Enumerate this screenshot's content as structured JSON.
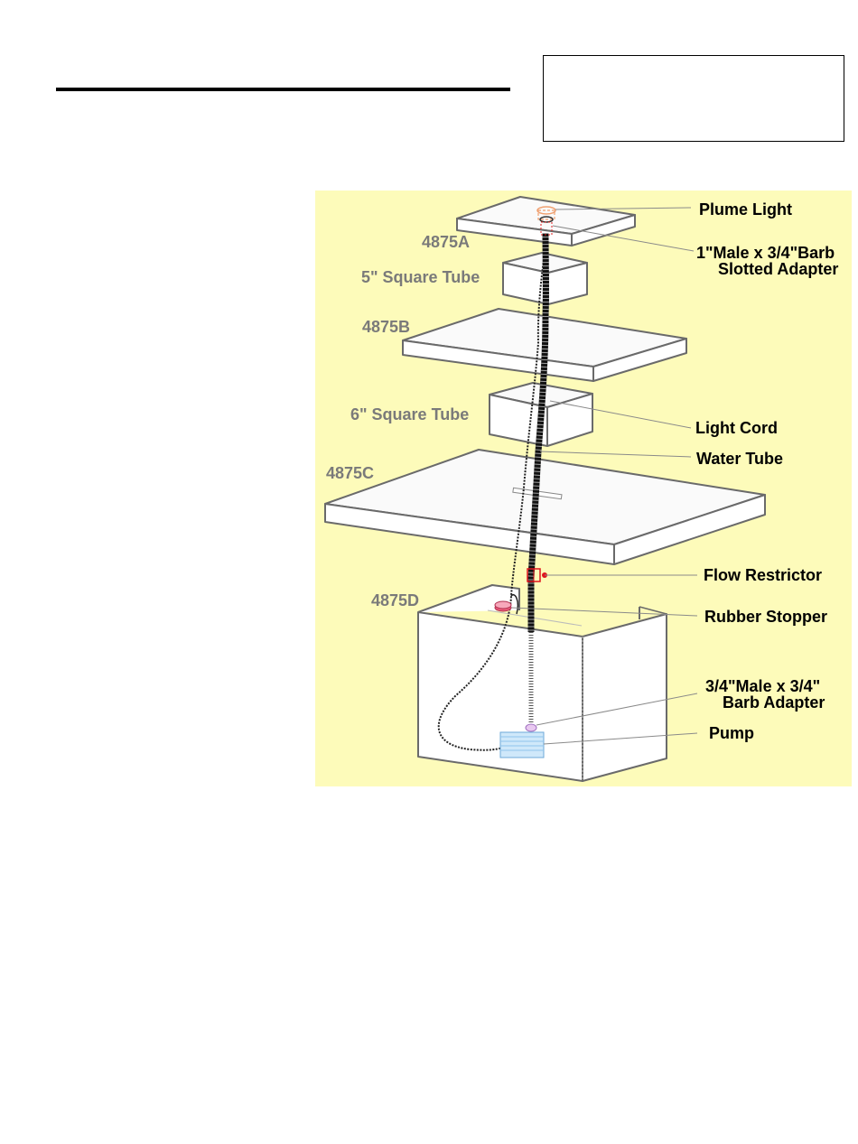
{
  "diagram": {
    "background_color": "#fdfbba",
    "part_labels": {
      "a": "4875A",
      "b": "4875B",
      "c": "4875C",
      "d": "4875D",
      "tube5": "5\" Square Tube",
      "tube6": "6\" Square Tube"
    },
    "callouts": {
      "plume_light": "Plume Light",
      "slotted_adapter_line1": "1\"Male x 3/4\"Barb",
      "slotted_adapter_line2": "Slotted Adapter",
      "light_cord": "Light Cord",
      "water_tube": "Water Tube",
      "flow_restrictor": "Flow Restrictor",
      "rubber_stopper": "Rubber Stopper",
      "barb_adapter_line1": "3/4\"Male x 3/4\"",
      "barb_adapter_line2": "Barb Adapter",
      "pump": "Pump"
    },
    "colors": {
      "flow_restrictor": "#e0141e",
      "rubber_stopper": "#e85a78",
      "pump": "#9fd0f0",
      "plume_light": "#f0a070"
    }
  }
}
